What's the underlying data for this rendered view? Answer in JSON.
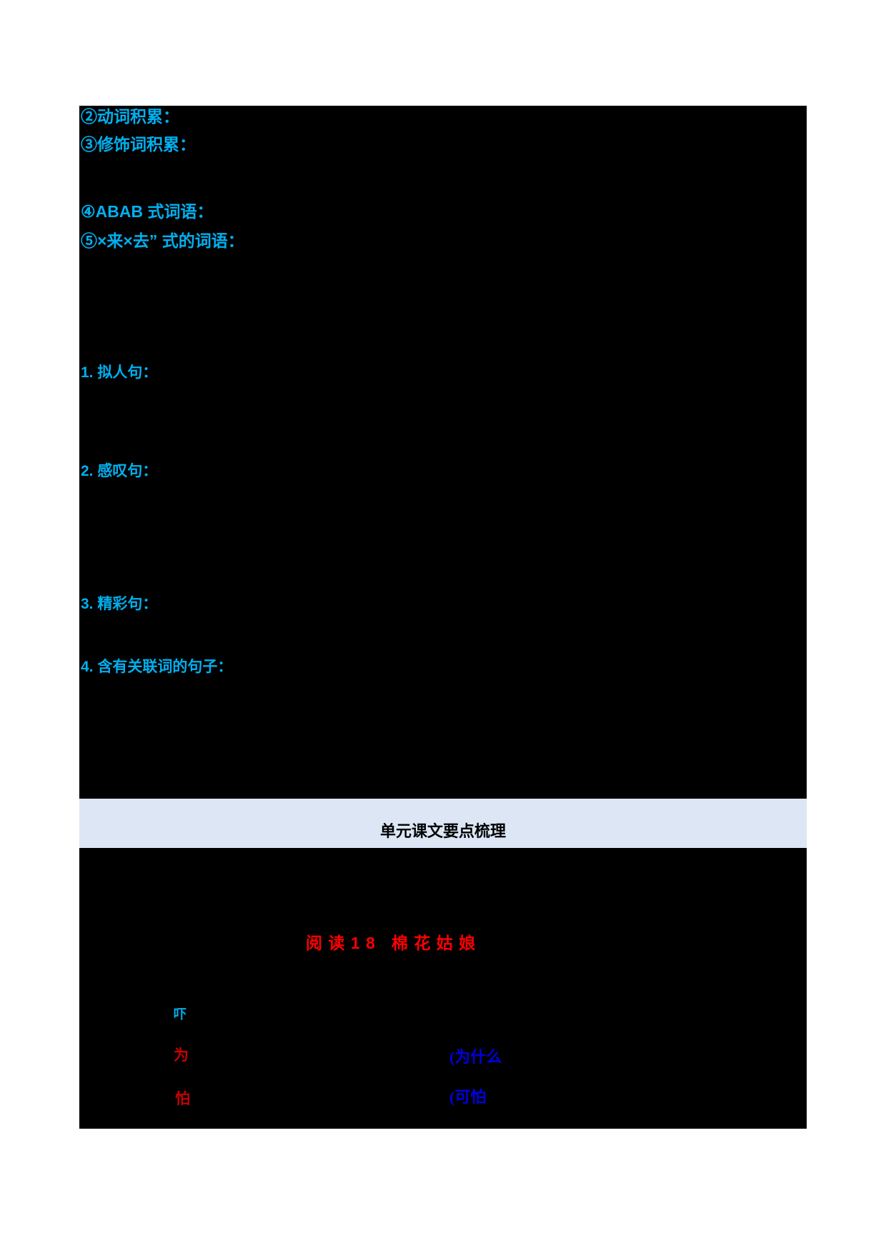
{
  "colors": {
    "page_bg": "#FFFFFF",
    "panel_bg": "#000000",
    "accent_light_blue": "#00B0F0",
    "accent_dark_blue": "#0000E0",
    "accent_red_bright": "#FF0000",
    "accent_red_dark": "#C80000",
    "banner_bg": "#DCE6F5",
    "banner_text": "#000000"
  },
  "word_section": {
    "items": [
      {
        "label": "②动词积累："
      },
      {
        "label": "③修饰词积累："
      },
      {
        "label": "④ABAB 式词语："
      },
      {
        "label": "⑤×来×去” 式的词语："
      }
    ]
  },
  "sentence_section": {
    "items": [
      {
        "label": "1. 拟人句："
      },
      {
        "label": "2. 感叹句："
      },
      {
        "label": "3. 精彩句："
      },
      {
        "label": "4. 含有关联词的句子："
      }
    ]
  },
  "banner": {
    "title": "单元课文要点梳理"
  },
  "lesson": {
    "title": "阅 读 1 8   棉 花 姑 娘",
    "annotations": {
      "char_xia": "吓",
      "char_wei": "为",
      "note_wei": "(为什么",
      "char_pa": "怕",
      "note_pa": "(可怕"
    }
  }
}
